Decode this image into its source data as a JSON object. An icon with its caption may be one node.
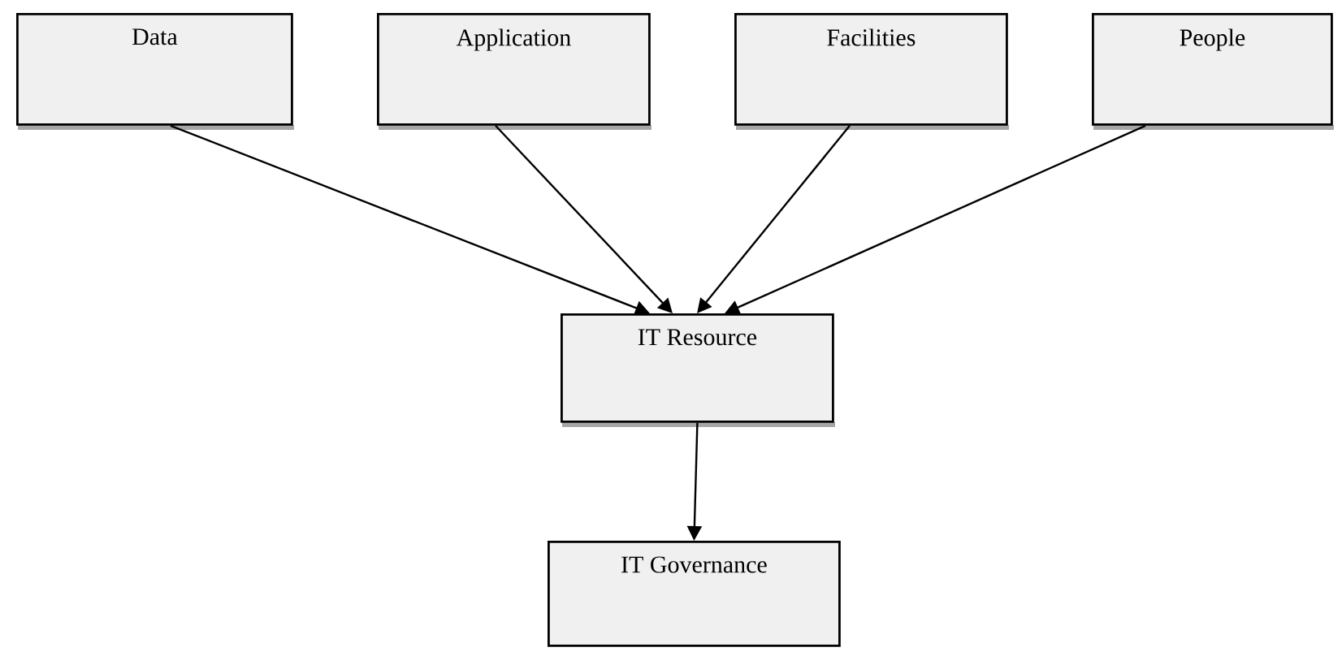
{
  "diagram": {
    "nodes": [
      {
        "text": [
          "Data"
        ]
      },
      {
        "text": [
          "Application"
        ]
      },
      {
        "text": [
          "Facilities"
        ]
      },
      {
        "text": [
          "People"
        ]
      },
      {
        "text": [
          "IT Resource"
        ]
      },
      {
        "text": [
          "IT Governance"
        ]
      }
    ],
    "edges": [
      {
        "from": 0,
        "to": 4,
        "arrow": "to"
      },
      {
        "from": 1,
        "to": 4,
        "arrow": "to"
      },
      {
        "from": 2,
        "to": 4,
        "arrow": "to"
      },
      {
        "from": 3,
        "to": 4,
        "arrow": "to"
      },
      {
        "from": 4,
        "to": 5,
        "arrow": "to"
      }
    ]
  }
}
